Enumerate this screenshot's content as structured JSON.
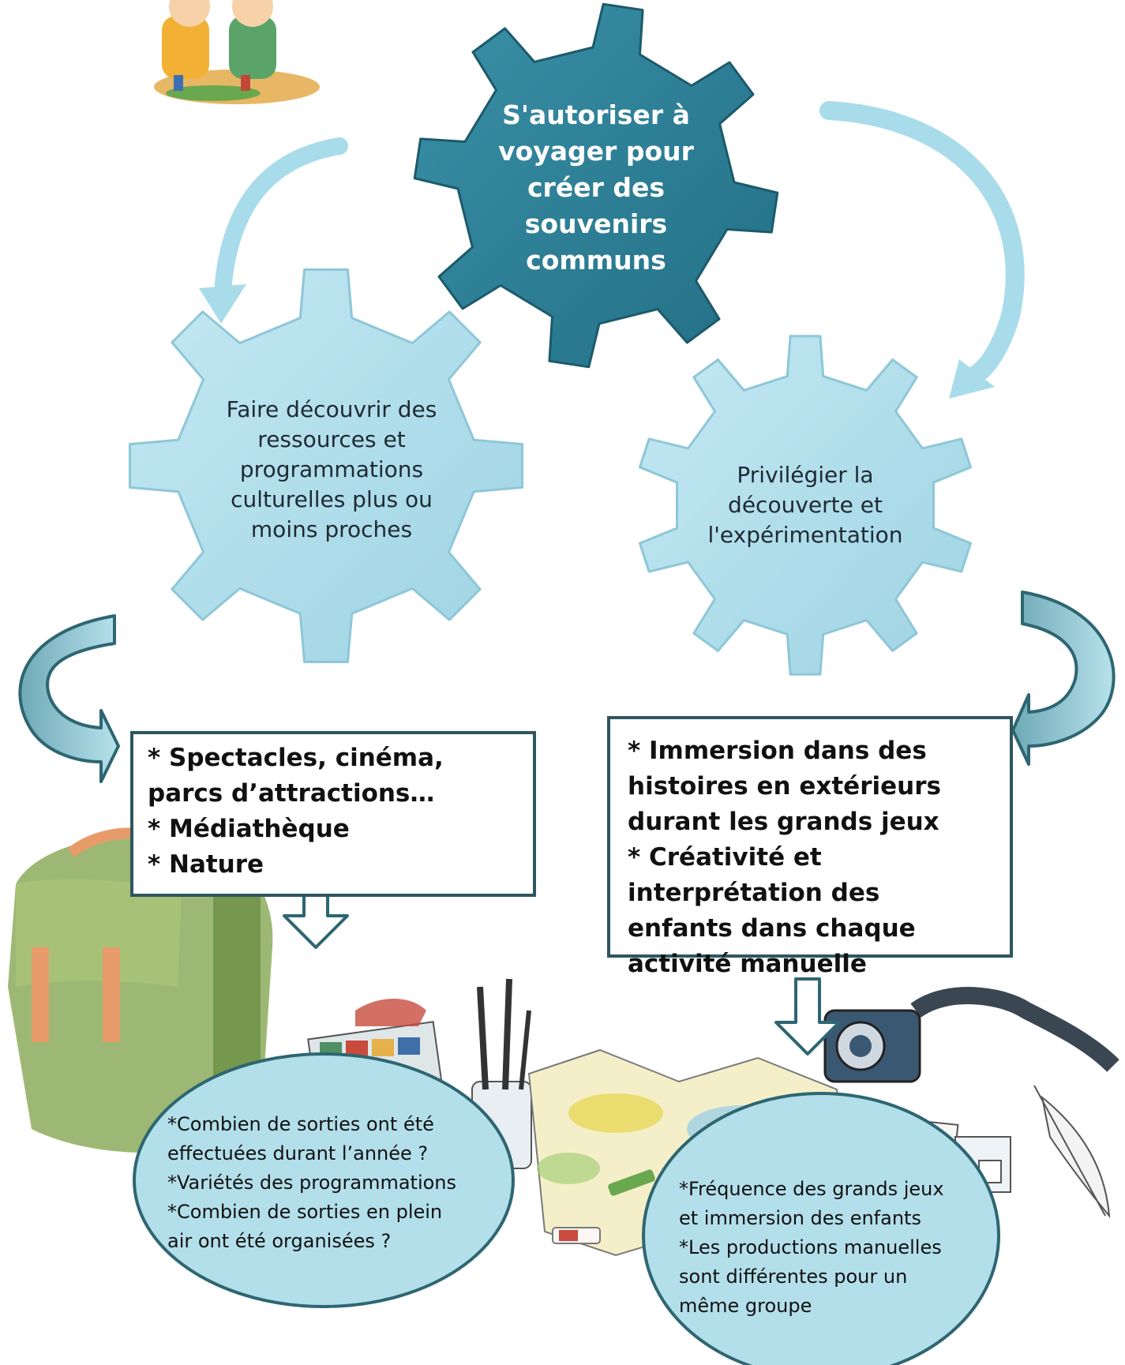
{
  "gears": {
    "top": {
      "lines": [
        "S'autoriser à",
        "voyager pour",
        "créer des",
        "souvenirs",
        "communs"
      ],
      "color": "#2e7f95"
    },
    "left": {
      "lines": [
        "Faire découvrir des",
        "ressources et",
        "programmations",
        "culturelles plus ou",
        "moins proches"
      ],
      "color": "#a9dcea"
    },
    "right": {
      "lines": [
        "Privilégier la",
        "découverte et",
        "l'expérimentation"
      ],
      "color": "#a9dcea"
    }
  },
  "boxes": {
    "left": {
      "lines": [
        "* Spectacles, cinéma, parcs d’attractions…",
        "* Médiathèque",
        "* Nature"
      ]
    },
    "right": {
      "lines": [
        "* Immersion dans des histoires en extérieurs durant les grands jeux",
        "* Créativité et interprétation des enfants dans chaque activité manuelle"
      ]
    }
  },
  "bubbles": {
    "left": {
      "lines": [
        "*Combien de sorties ont été",
        "effectuées durant l’année ?",
        "*Variétés des programmations",
        "*Combien de sorties en plein",
        "air ont été organisées ?"
      ]
    },
    "right": {
      "lines": [
        "*Fréquence des grands jeux",
        "et immersion des enfants",
        "*Les productions manuelles",
        "sont différentes pour un",
        "même groupe"
      ]
    }
  },
  "colors": {
    "arrow_light": "#a9dcea",
    "arrow_dark": "#2e6672",
    "box_border": "#2e5660",
    "bubble_fill": "#b3dfea"
  },
  "illustrations": [
    "hiking-children-illustration",
    "backpack-illustration",
    "paint-brushes-illustration",
    "map-illustration",
    "camera-illustration",
    "feather-illustration"
  ]
}
